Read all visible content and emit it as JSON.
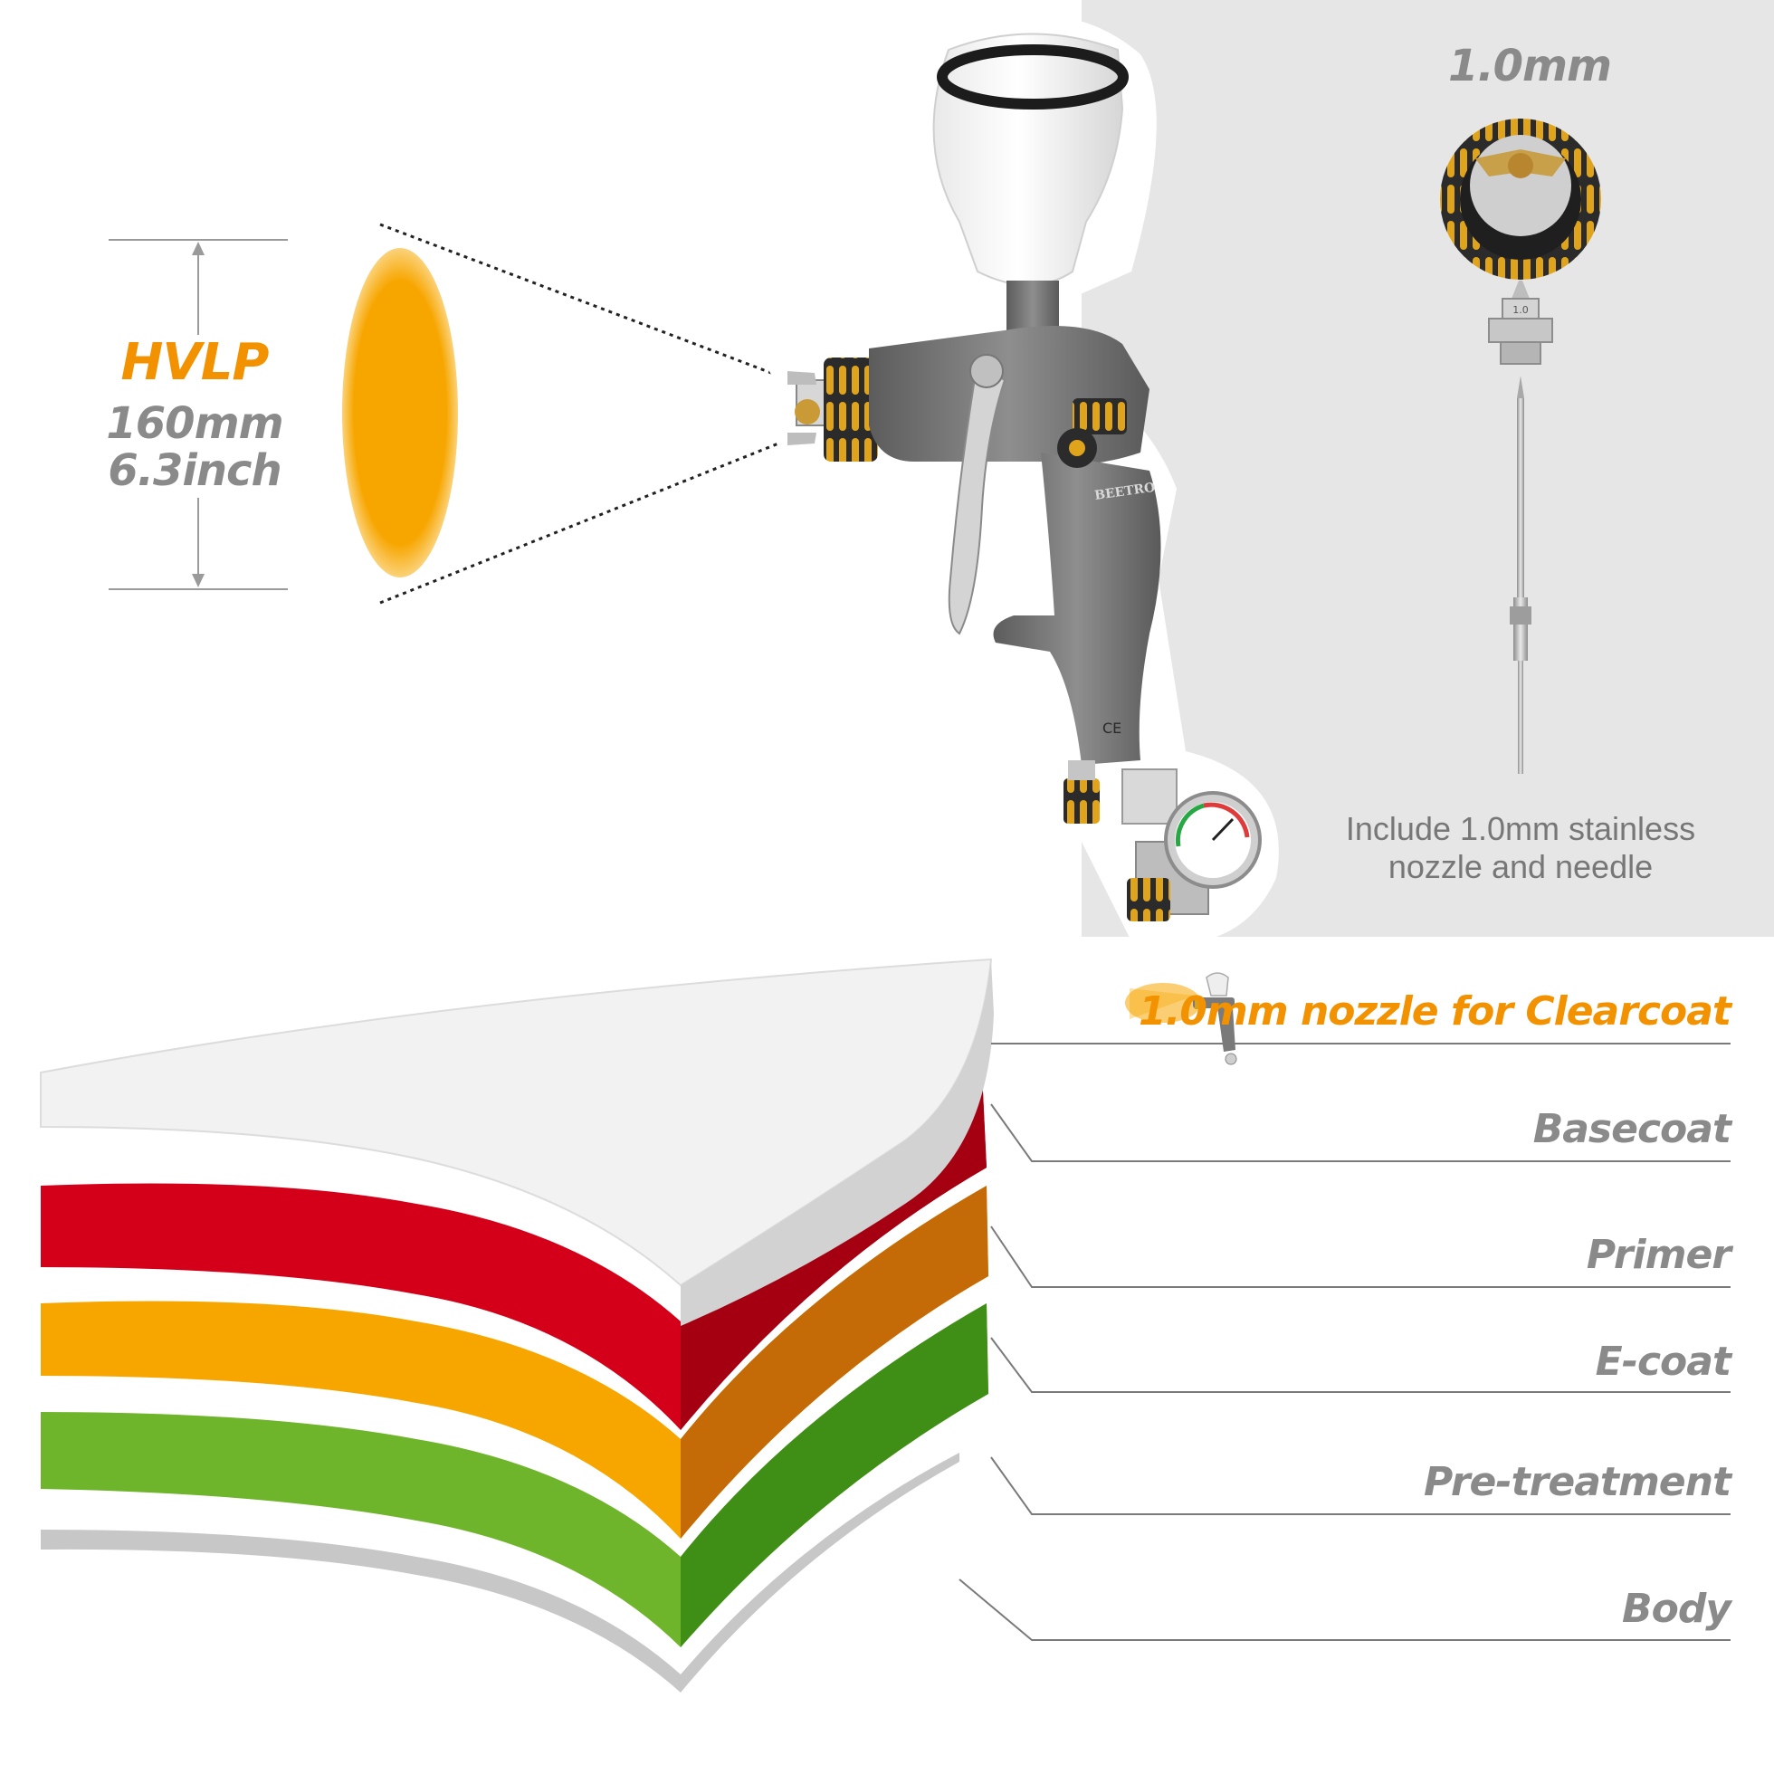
{
  "hvlp": {
    "title": "HVLP",
    "width_mm": "160mm",
    "width_inch": "6.3inch"
  },
  "nozzle_panel": {
    "size_label": "1.0mm",
    "nozzle_cap_marking": "1.0",
    "caption_line1": "Include 1.0mm stainless",
    "caption_line2": "nozzle and needle"
  },
  "spray_gun": {
    "brand": "BEETRO",
    "cert_mark": "CE"
  },
  "layers": [
    {
      "label": "1.0mm nozzle for Clearcoat",
      "color": "#f0f0f0",
      "highlight": true
    },
    {
      "label": "Basecoat",
      "color": "#d4001a"
    },
    {
      "label": "Primer",
      "color": "#f7a600"
    },
    {
      "label": "E-coat",
      "color": "#6fb52c"
    },
    {
      "label": "Pre-treatment",
      "color": "#c2c2c2"
    },
    {
      "label": "Body",
      "color": "#9a9a9a"
    }
  ],
  "colors": {
    "accent": "#f39200",
    "label_gray": "#8a8a8a",
    "panel_bg": "#e6e6e6",
    "gun_metal": "#6e6e6e",
    "knurl_gold": "#d9a21a"
  }
}
